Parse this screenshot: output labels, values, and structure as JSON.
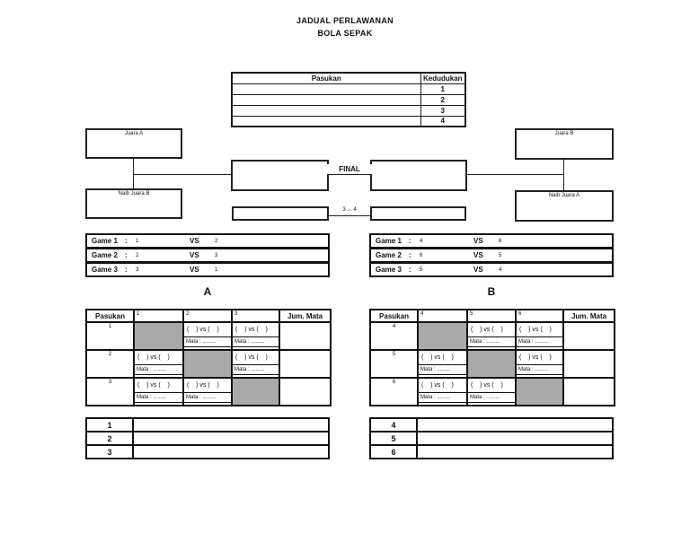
{
  "title": {
    "line1": "JADUAL PERLAWANAN",
    "line2": "BOLA SEPAK"
  },
  "standings": {
    "team_header": "Pasukan",
    "position_header": "Kedudukan",
    "positions": [
      "1",
      "2",
      "3",
      "4"
    ]
  },
  "bracket": {
    "semifinal_a_winner": "Juara A",
    "semifinal_a_runnerup": "Naib Juara B",
    "semifinal_b_winner": "Juara B",
    "semifinal_b_runnerup": "Naib Juara A",
    "final_label": "FINAL",
    "third_place_label": "3 .-. 4"
  },
  "group_a": {
    "label": "A",
    "games": [
      {
        "name": "Game 1",
        "sep": ":",
        "home": "1",
        "vs": "VS",
        "away": "2"
      },
      {
        "name": "Game 2",
        "sep": ":",
        "home": "2",
        "vs": "VS",
        "away": "3"
      },
      {
        "name": "Game 3",
        "sep": ":",
        "home": "3",
        "vs": "VS",
        "away": "1"
      }
    ],
    "matrix": {
      "team_header": "Pasukan",
      "col_headers": [
        "1",
        "2",
        "3"
      ],
      "sum_header": "Jum. Mata",
      "row_labels": [
        "1",
        "2",
        "3"
      ]
    },
    "points_rows": [
      "1",
      "2",
      "3"
    ]
  },
  "group_b": {
    "label": "B",
    "games": [
      {
        "name": "Game 1",
        "sep": ":",
        "home": "4",
        "vs": "VS",
        "away": "6"
      },
      {
        "name": "Game 2",
        "sep": ":",
        "home": "6",
        "vs": "VS",
        "away": "5"
      },
      {
        "name": "Game 3",
        "sep": ":",
        "home": "5",
        "vs": "VS",
        "away": "4"
      }
    ],
    "matrix": {
      "team_header": "Pasukan",
      "col_headers": [
        "4",
        "5",
        "6"
      ],
      "sum_header": "Jum. Mata",
      "row_labels": [
        "4",
        "5",
        "6"
      ]
    },
    "points_rows": [
      "4",
      "5",
      "6"
    ]
  },
  "matrix_cell": {
    "vs_text": "(    ) vs (    )",
    "mata_text": "Mata : ........."
  },
  "colors": {
    "diagonal_fill": "#a9a9a9",
    "table_border": "#111111",
    "page_background": "#ffffff"
  }
}
